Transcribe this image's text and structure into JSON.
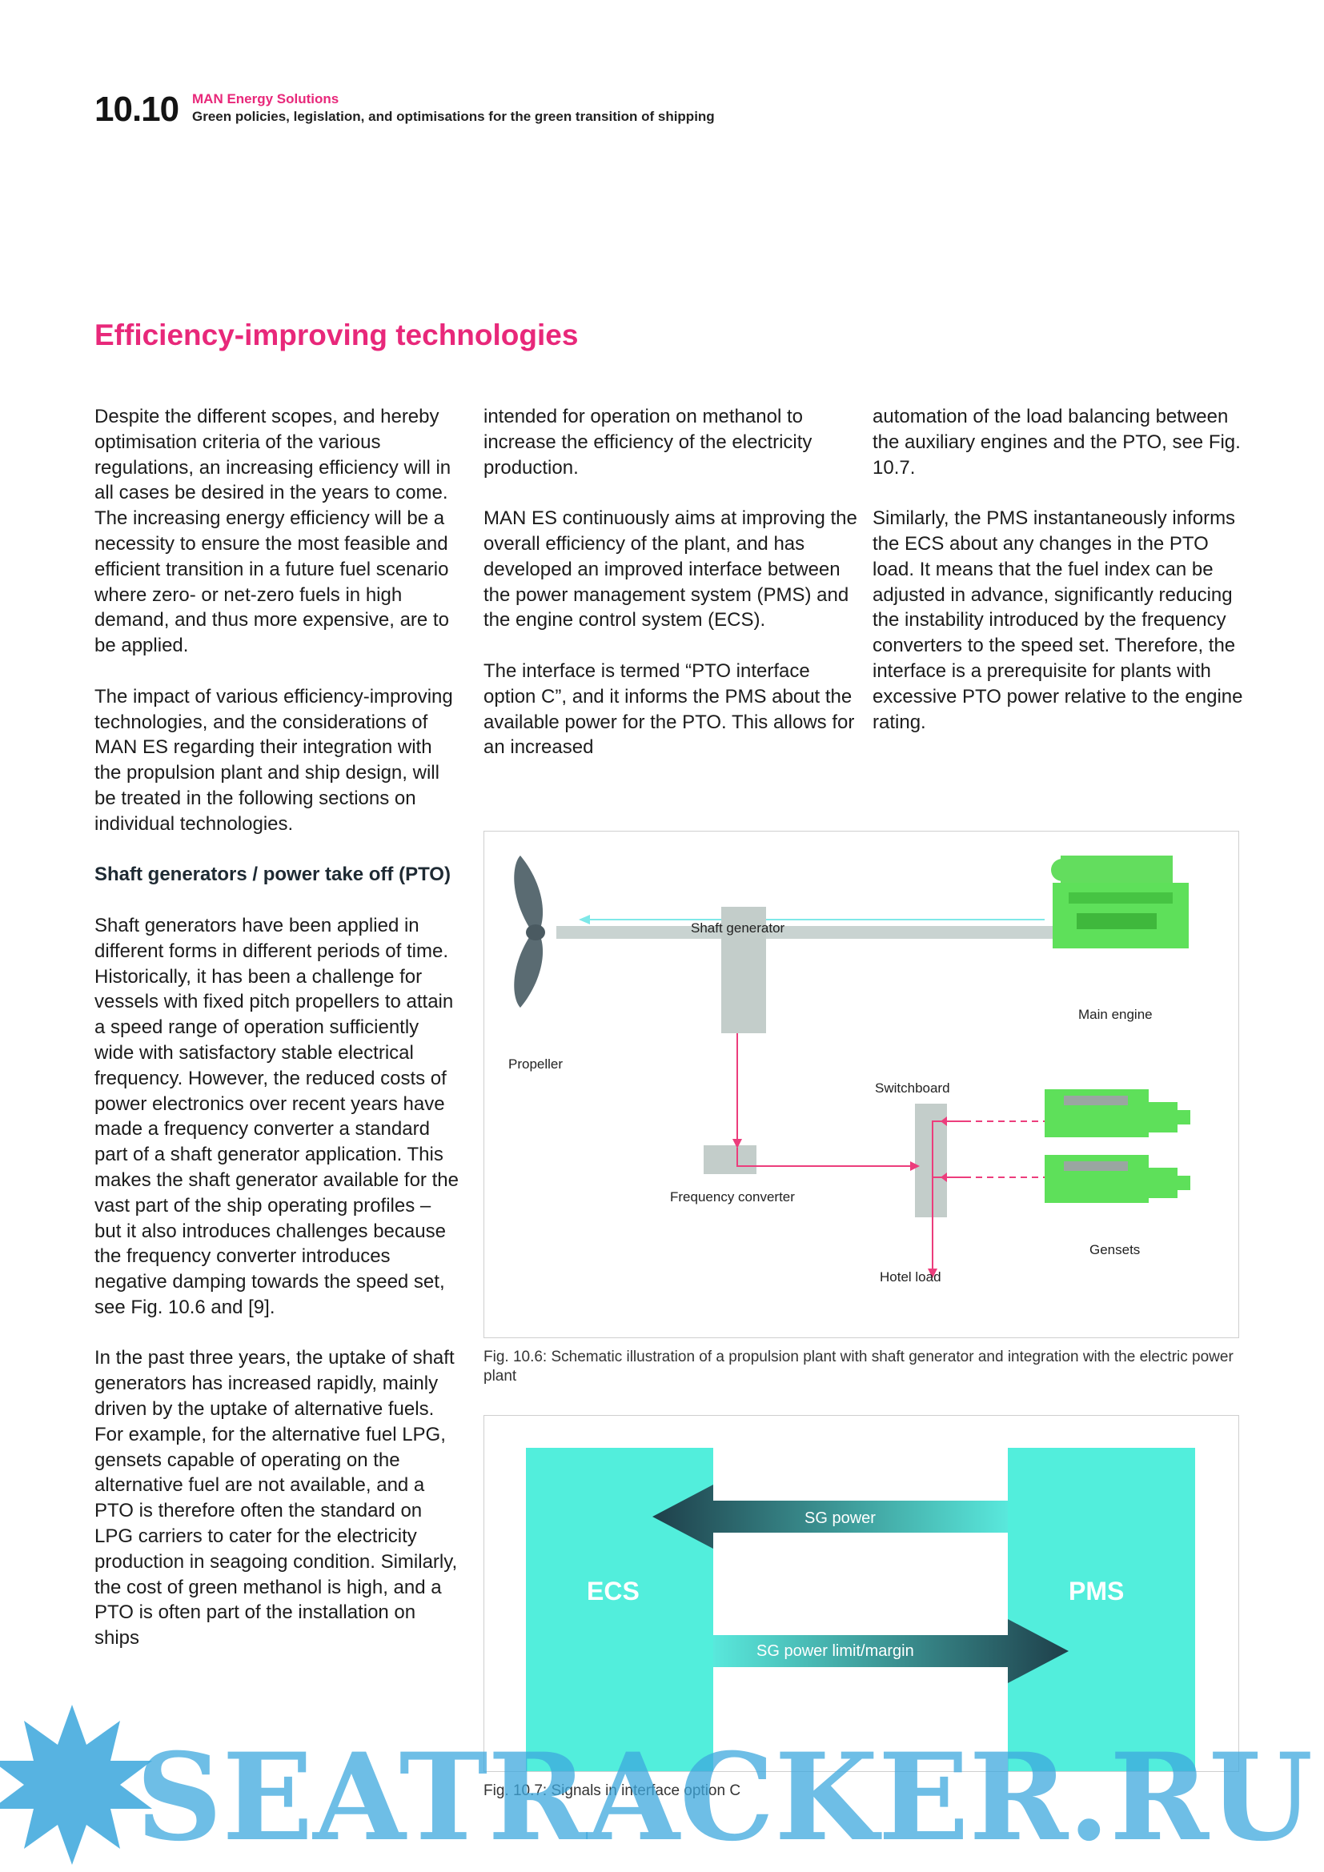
{
  "header": {
    "section_number": "10.10",
    "brand": "MAN Energy Solutions",
    "subtitle": "Green policies, legislation, and optimisations for the green transition of shipping"
  },
  "section_title": "Efficiency-improving technologies",
  "column1": {
    "p1": "Despite the different scopes, and hereby optimisation criteria of the various regulations, an increasing efficiency will in all cases be desired in the years to come. The increasing energy efficiency will be a necessity to ensure the most feasible and efficient transition in a future fuel scenario where zero- or net-zero fuels in high demand, and thus more expensive, are to be applied.",
    "p2": "The impact of various efficiency-improving technologies, and the considerations of MAN ES regarding their integration with the propulsion plant and ship design, will be treated in the following sections on individual technologies.",
    "heading": "Shaft generators / power take off (PTO)",
    "p3": "Shaft generators have been applied in different forms in different periods of time. Historically, it has been a challenge for vessels with fixed pitch propellers to attain a speed range of operation sufficiently wide with satisfactory stable electrical frequency. However, the reduced costs of power electronics over recent years have made a frequency converter a standard part of a shaft generator application. This makes the shaft generator available for the vast part of the ship operating profiles – but it also introduces challenges because the frequency converter introduces negative damping towards the speed set, see Fig. 10.6 and [9].",
    "p4": "In the past three years, the uptake of shaft generators has increased rapidly, mainly driven by the uptake of alternative fuels. For example, for the alternative fuel LPG, gensets capable of operating on the alternative fuel are not available, and a PTO is therefore often the standard on LPG carriers to cater for the electricity production in seagoing condition. Similarly, the cost of green methanol is high, and a PTO is often part of the installation on ships"
  },
  "column2": {
    "p1": "intended for operation on methanol to increase the efficiency of the electricity production.",
    "p2": "MAN ES continuously aims at improving the overall efficiency of the plant, and has developed an improved interface between the power management system (PMS) and the engine control system (ECS).",
    "p3": "The interface is termed “PTO interface option C”, and it informs the PMS about the available power for the PTO. This allows for an increased"
  },
  "column3": {
    "p1": "automation of the load balancing between the auxiliary engines and the PTO, see Fig. 10.7.",
    "p2": "Similarly, the PMS instantaneously informs the ECS about any changes in the PTO load. It means that the fuel index can be adjusted in advance, significantly reducing the instability introduced by the frequency converters to the speed set. Therefore, the interface is a prerequisite for plants with excessive PTO power relative to the engine rating."
  },
  "fig6": {
    "labels": {
      "shaft_generator": "Shaft generator",
      "propeller": "Propeller",
      "main_engine": "Main engine",
      "switchboard": "Switchboard",
      "frequency_converter": "Frequency converter",
      "gensets": "Gensets",
      "hotel_load": "Hotel load"
    },
    "caption": "Fig. 10.6: Schematic illustration of a propulsion plant with shaft generator and integration with the electric power plant"
  },
  "fig7": {
    "labels": {
      "ecs": "ECS",
      "pms": "PMS",
      "sg_power": "SG power",
      "sg_power_limit": "SG power limit/margin"
    },
    "caption": "Fig. 10.7: Signals in interface option C"
  },
  "watermark": {
    "text": "SEATRACKER.RU"
  },
  "colors": {
    "accent": "#e8287a",
    "green": "#5ee05a",
    "cyan": "#4eeedd",
    "grey_block": "#c3cdca"
  }
}
